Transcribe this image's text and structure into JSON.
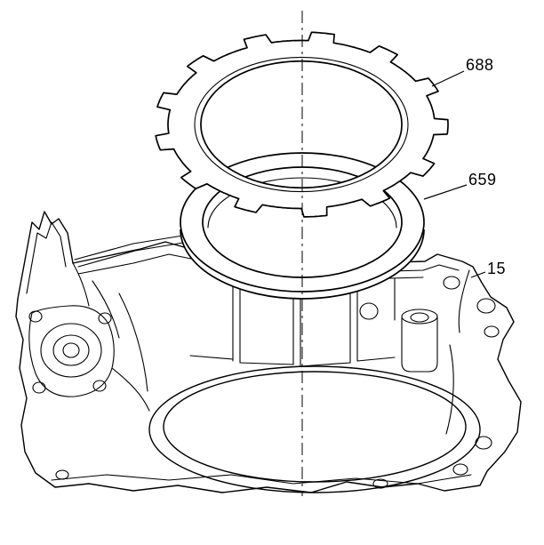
{
  "diagram": {
    "background_color": "#ffffff",
    "line_color": "#000000",
    "callouts": [
      {
        "label": "688"
      },
      {
        "label": "659"
      },
      {
        "label": "15"
      }
    ]
  }
}
